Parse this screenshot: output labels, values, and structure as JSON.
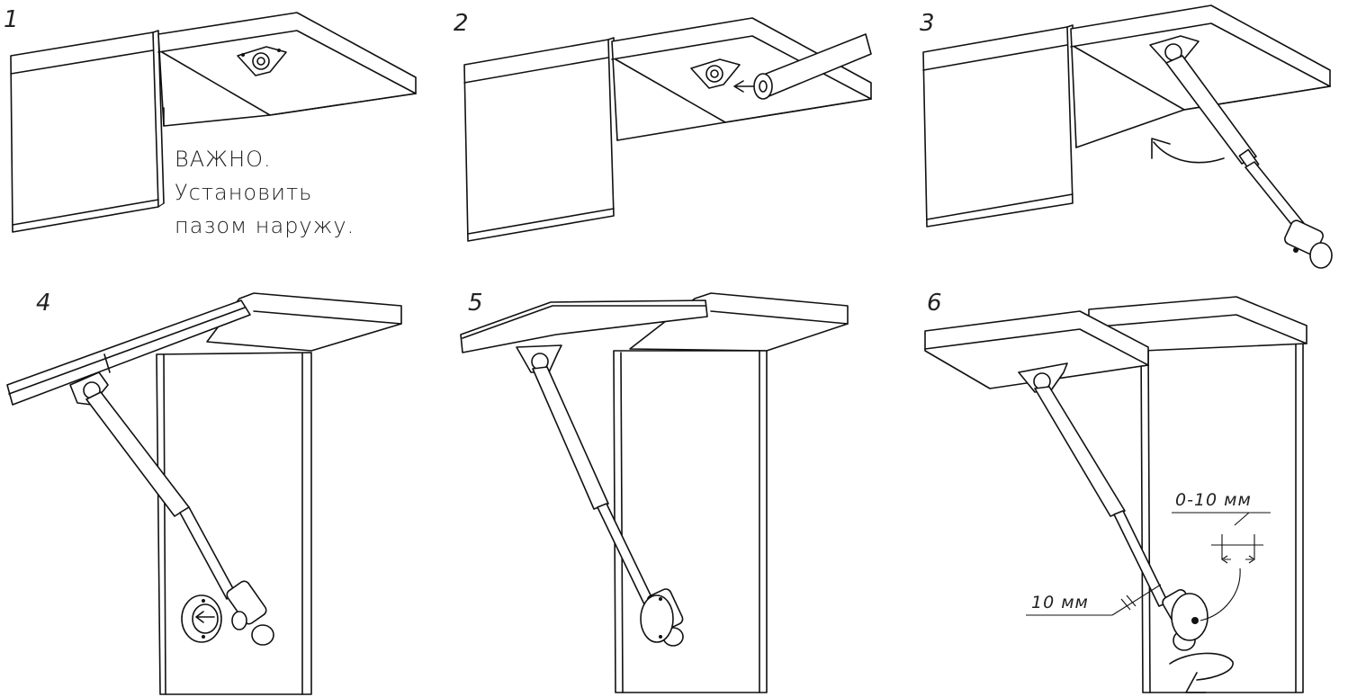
{
  "steps": [
    {
      "number": "1"
    },
    {
      "number": "2"
    },
    {
      "number": "3"
    },
    {
      "number": "4"
    },
    {
      "number": "5"
    },
    {
      "number": "6"
    }
  ],
  "note": {
    "line1": "ВАЖНО.",
    "line2": "Установить",
    "line3": "пазом наружу."
  },
  "dimensions": {
    "adjust_range": "0-10 мм",
    "offset": "10 мм"
  },
  "icons": [
    "bracket-icon",
    "gas-strut-icon",
    "arrow-icon",
    "rotate-arrow-icon",
    "round-mount-icon"
  ],
  "colors": {
    "line": "#111111",
    "background": "#ffffff"
  }
}
